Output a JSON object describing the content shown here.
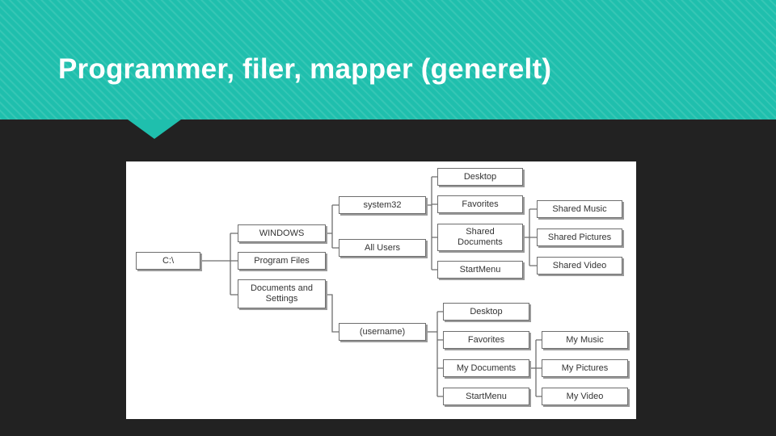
{
  "slide": {
    "title": "Programmer, filer, mapper (generelt)"
  },
  "diagram": {
    "root": "C:\\",
    "level1": {
      "windows": "WINDOWS",
      "program_files": "Program Files",
      "documents_and_settings": "Documents and Settings"
    },
    "level2": {
      "system32": "system32",
      "all_users": "All Users",
      "username": "(username)"
    },
    "all_users_children": {
      "desktop": "Desktop",
      "favorites": "Favorites",
      "shared_documents": "Shared Documents",
      "start_menu": "StartMenu"
    },
    "shared_documents_children": {
      "shared_music": "Shared Music",
      "shared_pictures": "Shared Pictures",
      "shared_video": "Shared Video"
    },
    "username_children": {
      "desktop": "Desktop",
      "favorites": "Favorites",
      "my_documents": "My Documents",
      "start_menu": "StartMenu"
    },
    "my_documents_children": {
      "my_music": "My Music",
      "my_pictures": "My Pictures",
      "my_video": "My Video"
    }
  },
  "colors": {
    "header": "#1fbfad",
    "background": "#222222",
    "panel": "#ffffff",
    "connector": "#6e6e6e"
  }
}
